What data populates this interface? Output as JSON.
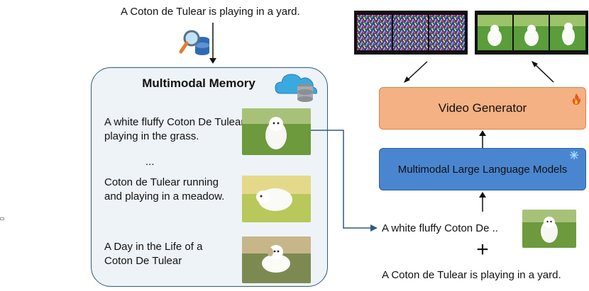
{
  "top_prompt": "A Coton de Tulear is playing in a yard.",
  "memory": {
    "title": "Multimodal Memory",
    "items": [
      {
        "caption": "A white fluffy Coton De Tulear playing in the grass."
      },
      {
        "caption": "..."
      },
      {
        "caption": "Coton de Tulear running and playing in a meadow."
      },
      {
        "caption": "A Day in the Life of a Coton De Tulear"
      }
    ]
  },
  "blocks": {
    "video_generator": "Video Generator",
    "mllm": "Multimodal Large Language Models"
  },
  "retrieved_caption": "A white fluffy Coton De ..",
  "plus_sign": "+",
  "bottom_prompt": "A Coton de Tulear is playing in a yard.",
  "icons": {
    "retrieval": "magnifier-database-icon",
    "memory_store": "cloud-database-icon",
    "trainable": "fire-icon",
    "frozen": "snowflake-icon"
  },
  "colors": {
    "video_generator_fill": "#f4b183",
    "mllm_fill": "#4a86d0",
    "memory_fill": "#eef3f8",
    "connector": "#2f5c7f"
  }
}
